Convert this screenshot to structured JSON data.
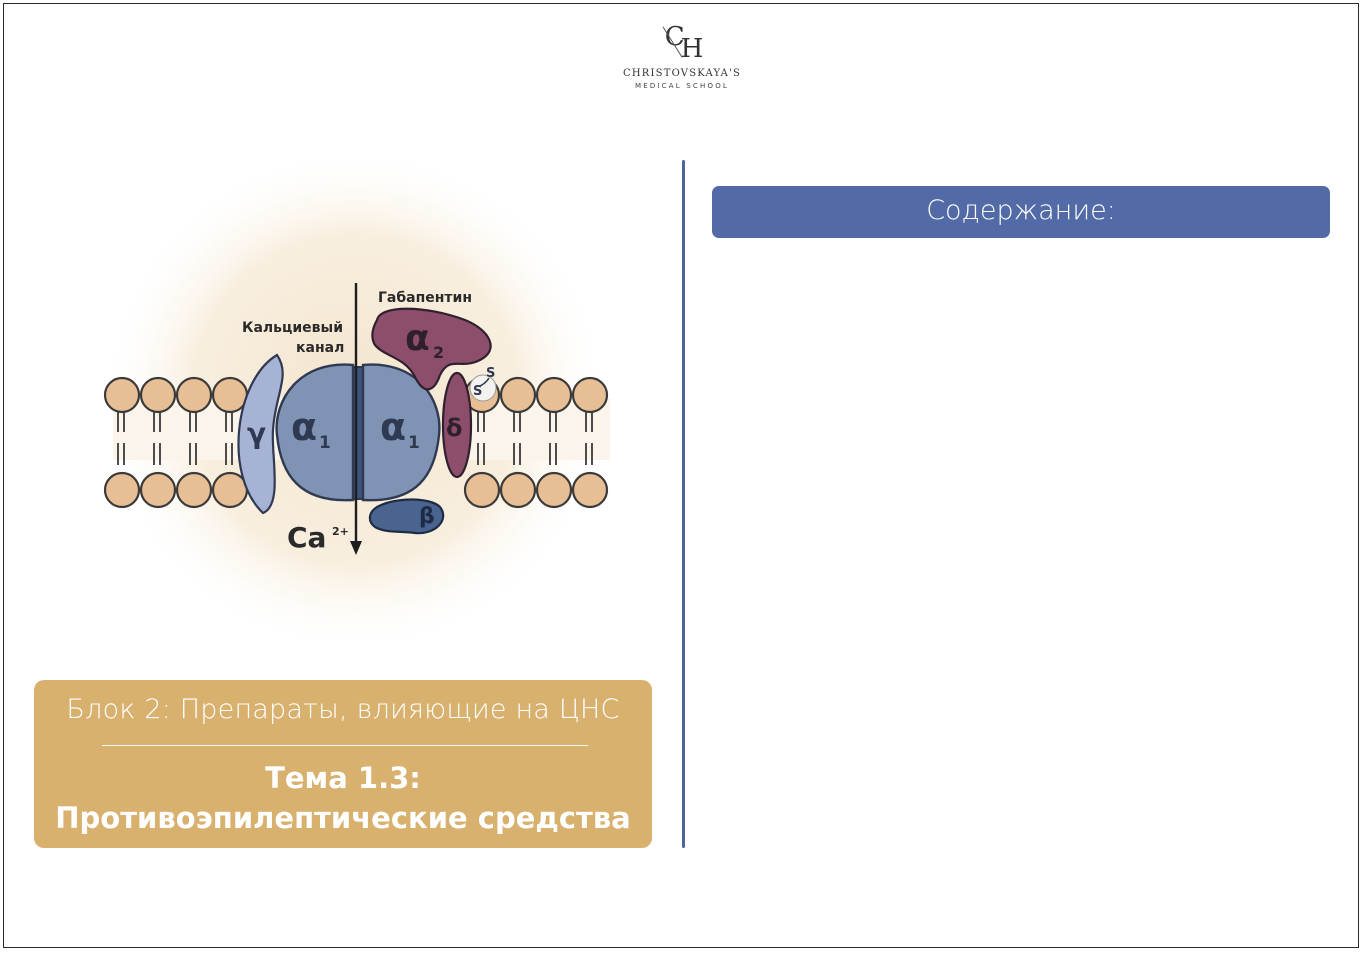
{
  "logo": {
    "mark_c": "C",
    "mark_h": "H",
    "name": "CHRISTOVSKAYA'S",
    "subtitle": "MEDICAL SCHOOL"
  },
  "diagram": {
    "label_gabapentin": "Габапентин",
    "label_channel_line1": "Кальциевый",
    "label_channel_line2": "канал",
    "subunit_alpha2": "α",
    "subunit_alpha2_sub": "2",
    "subunit_alpha1_left": "α",
    "subunit_alpha1_right": "α",
    "subunit_alpha1_sub": "1",
    "subunit_gamma": "γ",
    "subunit_delta": "δ",
    "subunit_beta": "β",
    "disulfide_s1": "S",
    "disulfide_s2": "S",
    "ion": "Ca",
    "ion_charge": "2+"
  },
  "title_box": {
    "block": "Блок 2: Препараты, влияющие на ЦНС",
    "topic": "Тема 1.3: Противоэпилептические средства"
  },
  "contents": {
    "header": "Содержание:"
  },
  "colors": {
    "gold": "#d9b16f",
    "blue": "#526ba6",
    "divider": "#4d6599",
    "lipid": "#e8bf95",
    "alpha1": "#7f93b5",
    "alpha2": "#8d4e6b",
    "gamma": "#a7b3d4",
    "beta": "#48648f"
  }
}
